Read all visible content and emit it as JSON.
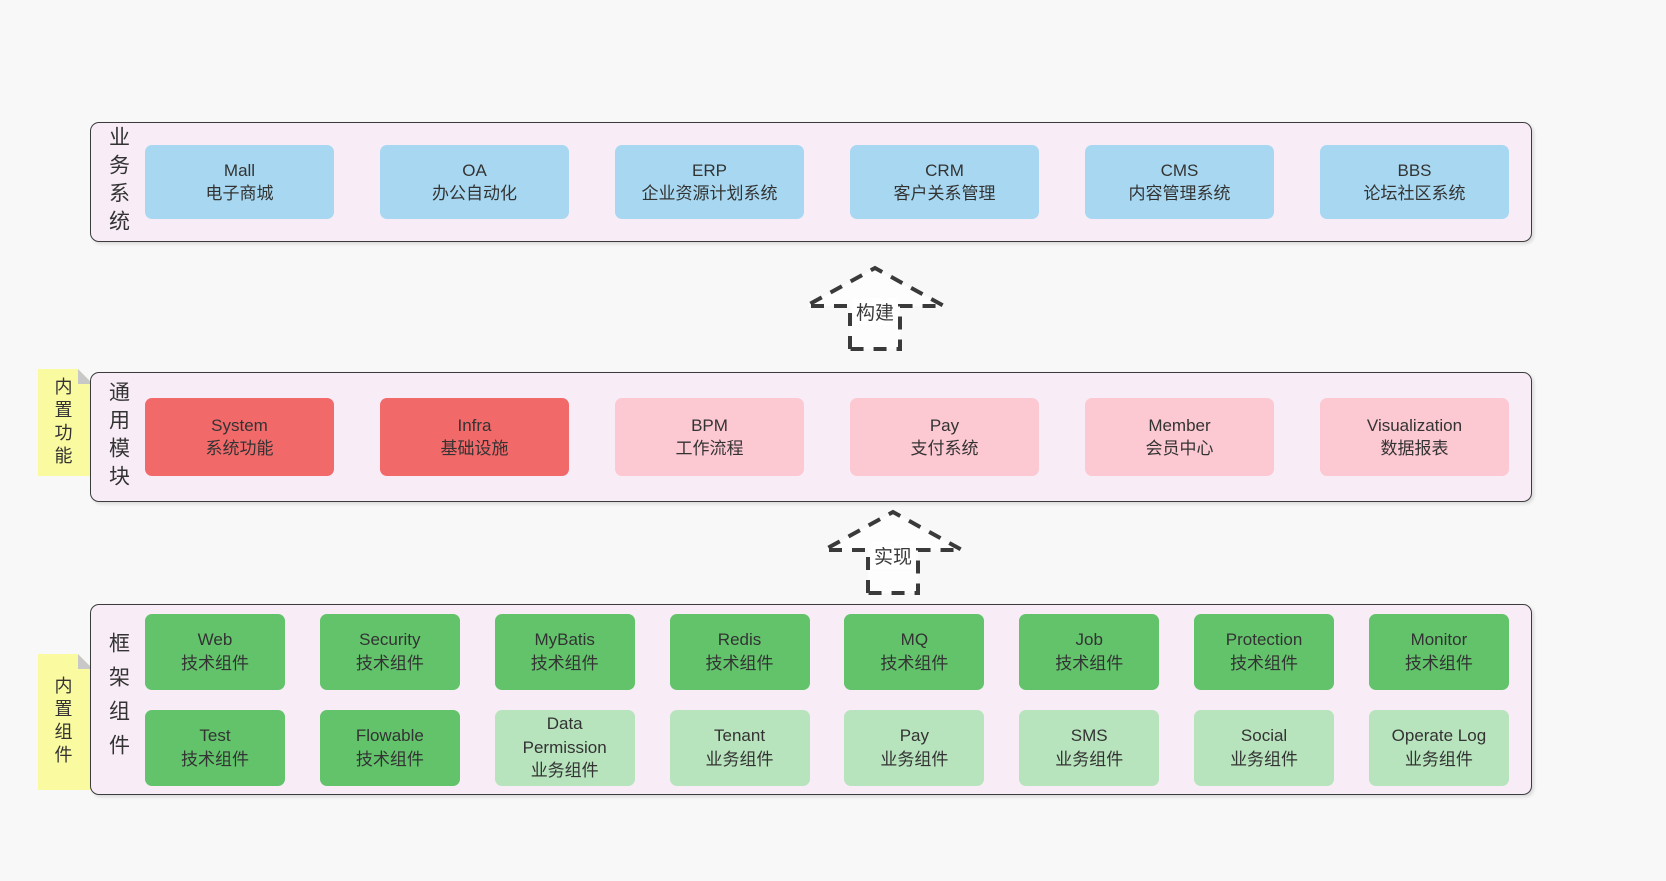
{
  "page": {
    "background": "#f8f8f8"
  },
  "colors": {
    "container_fill": "#f8edf7",
    "container_border": "#3c3c3c",
    "blue": "#a8d8f1",
    "red": "#f2696a",
    "pink": "#fcc8d2",
    "green": "#62c36b",
    "light_green": "#b7e3bd",
    "sticky_yellow": "#fafaa0",
    "fold_gray": "#c8c8c8",
    "arrow_dash": "#3a3a3a",
    "text": "#333333"
  },
  "arrows": [
    {
      "label": "构建"
    },
    {
      "label": "实现"
    }
  ],
  "sections": [
    {
      "side_label": "业务系统",
      "rows": [
        [
          {
            "title": "Mall",
            "subtitle": "电子商城",
            "variant": "blue"
          },
          {
            "title": "OA",
            "subtitle": "办公自动化",
            "variant": "blue"
          },
          {
            "title": "ERP",
            "subtitle": "企业资源计划系统",
            "variant": "blue"
          },
          {
            "title": "CRM",
            "subtitle": "客户关系管理",
            "variant": "blue"
          },
          {
            "title": "CMS",
            "subtitle": "内容管理系统",
            "variant": "blue"
          },
          {
            "title": "BBS",
            "subtitle": "论坛社区系统",
            "variant": "blue"
          }
        ]
      ]
    },
    {
      "side_label": "通用模块",
      "sticky_note": "内置功能",
      "rows": [
        [
          {
            "title": "System",
            "subtitle": "系统功能",
            "variant": "red"
          },
          {
            "title": "Infra",
            "subtitle": "基础设施",
            "variant": "red"
          },
          {
            "title": "BPM",
            "subtitle": "工作流程",
            "variant": "pink"
          },
          {
            "title": "Pay",
            "subtitle": "支付系统",
            "variant": "pink"
          },
          {
            "title": "Member",
            "subtitle": "会员中心",
            "variant": "pink"
          },
          {
            "title": "Visualization",
            "subtitle": "数据报表",
            "variant": "pink"
          }
        ]
      ]
    },
    {
      "side_label": "框架组件",
      "sticky_note": "内置组件",
      "rows": [
        [
          {
            "title": "Web",
            "subtitle": "技术组件",
            "variant": "green"
          },
          {
            "title": "Security",
            "subtitle": "技术组件",
            "variant": "green"
          },
          {
            "title": "MyBatis",
            "subtitle": "技术组件",
            "variant": "green"
          },
          {
            "title": "Redis",
            "subtitle": "技术组件",
            "variant": "green"
          },
          {
            "title": "MQ",
            "subtitle": "技术组件",
            "variant": "green"
          },
          {
            "title": "Job",
            "subtitle": "技术组件",
            "variant": "green"
          },
          {
            "title": "Protection",
            "subtitle": "技术组件",
            "variant": "green"
          },
          {
            "title": "Monitor",
            "subtitle": "技术组件",
            "variant": "green"
          }
        ],
        [
          {
            "title": "Test",
            "subtitle": "技术组件",
            "variant": "green"
          },
          {
            "title": "Flowable",
            "subtitle": "技术组件",
            "variant": "green"
          },
          {
            "title": "Data Permission",
            "subtitle": "业务组件",
            "variant": "lightgreen"
          },
          {
            "title": "Tenant",
            "subtitle": "业务组件",
            "variant": "lightgreen"
          },
          {
            "title": "Pay",
            "subtitle": "业务组件",
            "variant": "lightgreen"
          },
          {
            "title": "SMS",
            "subtitle": "业务组件",
            "variant": "lightgreen"
          },
          {
            "title": "Social",
            "subtitle": "业务组件",
            "variant": "lightgreen"
          },
          {
            "title": "Operate Log",
            "subtitle": "业务组件",
            "variant": "lightgreen"
          }
        ]
      ]
    }
  ]
}
